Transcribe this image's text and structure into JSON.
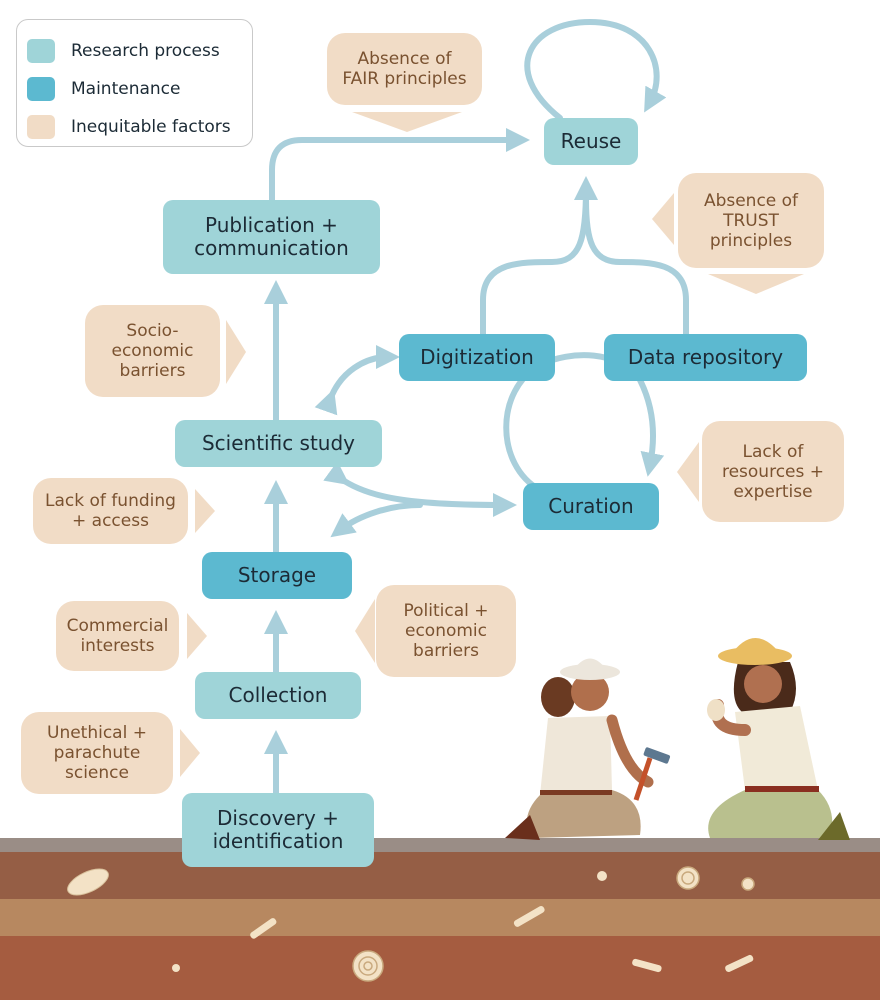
{
  "legend": {
    "research_process": "Research process",
    "maintenance": "Maintenance",
    "inequitable_factors": "Inequitable factors"
  },
  "colors": {
    "research_process": "#9fd4d8",
    "maintenance": "#5cb9d0",
    "inequitable_factors": "#f1dcc6",
    "arrow": "#a9cfdb"
  },
  "process": {
    "discovery": "Discovery +\nidentification",
    "collection": "Collection",
    "storage": "Storage",
    "scientific_study": "Scientific study",
    "publication": "Publication +\ncommunication",
    "reuse": "Reuse",
    "digitization": "Digitization",
    "data_repository": "Data repository",
    "curation": "Curation"
  },
  "factors": {
    "unethical": "Unethical +\nparachute\nscience",
    "commercial": "Commercial\ninterests",
    "lack_funding": "Lack of funding\n+ access",
    "socio": "Socio-\neconomic\nbarriers",
    "political": "Political +\neconomic\nbarriers",
    "fair": "Absence of\nFAIR principles",
    "trust": "Absence of\nTRUST\nprinciples",
    "resources": "Lack of\nresources +\nexpertise"
  }
}
